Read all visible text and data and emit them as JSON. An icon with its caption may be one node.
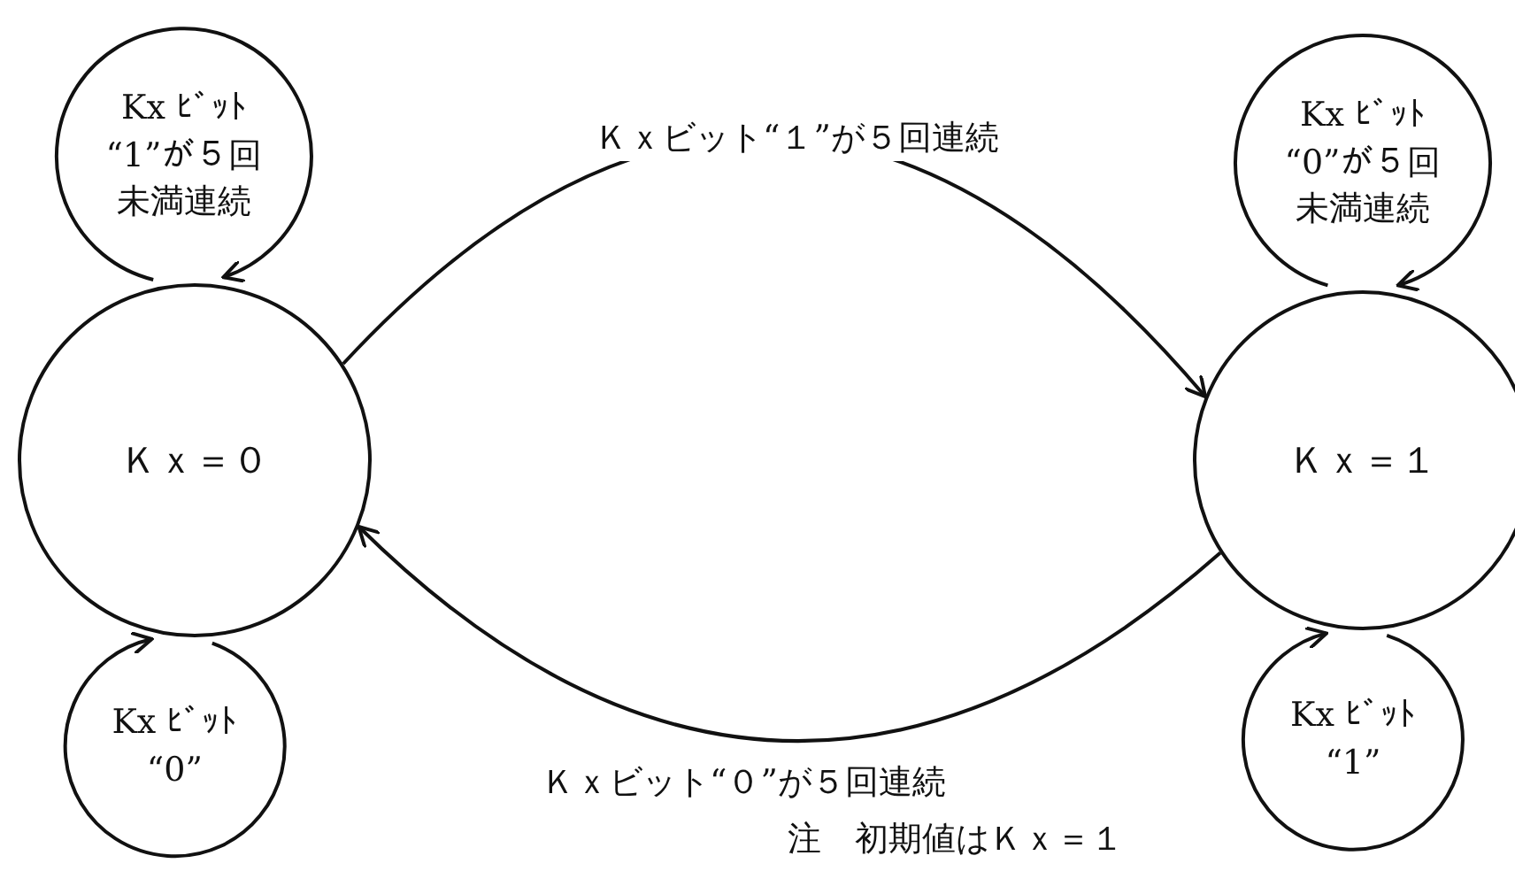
{
  "diagram": {
    "nodes": [
      {
        "text": [
          "Ｋｘ＝０"
        ]
      },
      {
        "text": [
          "Ｋｘ＝１"
        ]
      }
    ],
    "edges": [
      {
        "from": 0,
        "to": 1,
        "arrow": "to",
        "label": "Ｋｘビット“１”が５回連続"
      },
      {
        "from": 1,
        "to": 0,
        "arrow": "to",
        "label": "Ｋｘビット“０”が５回連続"
      },
      {
        "from": 0,
        "to": 0,
        "arrow": "to",
        "label": "Kx ﾋﾞｯﾄ “1”が５回未満連続"
      },
      {
        "from": 0,
        "to": 0,
        "arrow": "to",
        "label": "Kx ﾋﾞｯﾄ “0”"
      },
      {
        "from": 1,
        "to": 1,
        "arrow": "to",
        "label": "Kx ﾋﾞｯﾄ “0”が５回未満連続"
      },
      {
        "from": 1,
        "to": 1,
        "arrow": "to",
        "label": "Kx ﾋﾞｯﾄ “1”"
      }
    ],
    "labels": [
      "注　初期値はＫｘ＝１"
    ]
  }
}
